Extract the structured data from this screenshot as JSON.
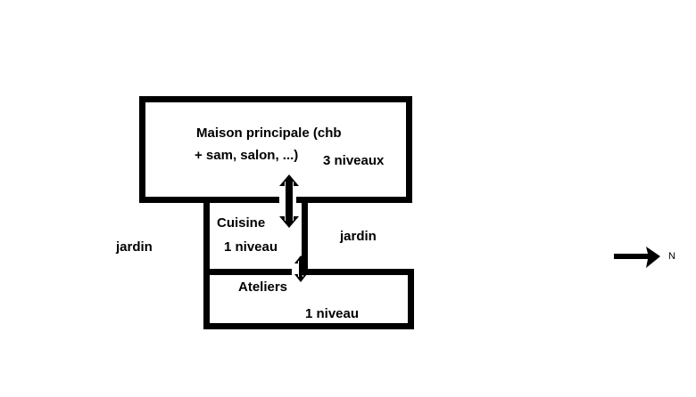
{
  "diagram": {
    "type": "floor-plan-sketch",
    "language": "fr",
    "background_color": "#ffffff",
    "stroke_color": "#000000",
    "rooms": [
      {
        "id": "maison-principale",
        "line1": "Maison principale (chb",
        "line2": "+ sam, salon, ...)",
        "levels": "3 niveaux"
      },
      {
        "id": "cuisine",
        "name": "Cuisine",
        "levels": "1 niveau"
      },
      {
        "id": "ateliers",
        "name": "Ateliers",
        "levels": "1 niveau"
      }
    ],
    "gardens": {
      "left": "jardin",
      "right": "jardin"
    },
    "compass": {
      "direction_label": "N",
      "arrow": "arrow-right"
    },
    "connectors": [
      {
        "id": "maison-cuisine",
        "icon": "double-arrow-vertical"
      },
      {
        "id": "cuisine-ateliers",
        "icon": "double-arrow-vertical"
      }
    ]
  }
}
